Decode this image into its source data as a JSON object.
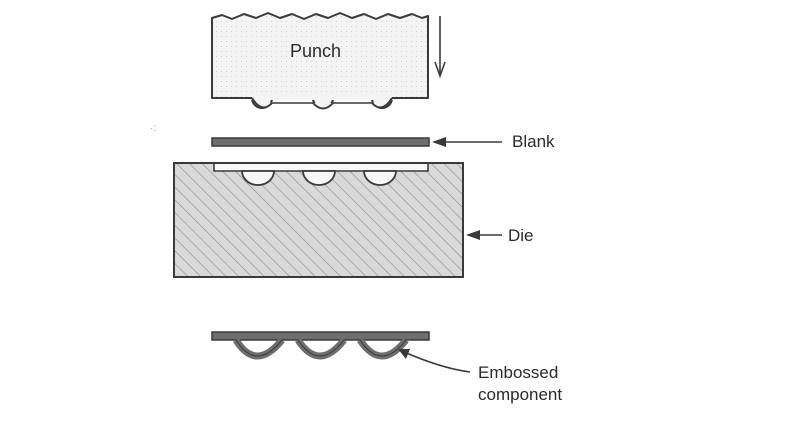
{
  "labels": {
    "punch": "Punch",
    "blank": "Blank",
    "die": "Die",
    "embossed_line1": "Embossed",
    "embossed_line2": "component"
  },
  "colors": {
    "outline": "#3a3a3a",
    "punch_fill": "#f4f4f4",
    "die_fill": "#d9d9d9",
    "die_hatch": "#8a8a8a",
    "sheet_fill": "#6e6e6e",
    "label_text": "#2a2a2a"
  },
  "counts": {
    "emboss_bumps": 3
  }
}
